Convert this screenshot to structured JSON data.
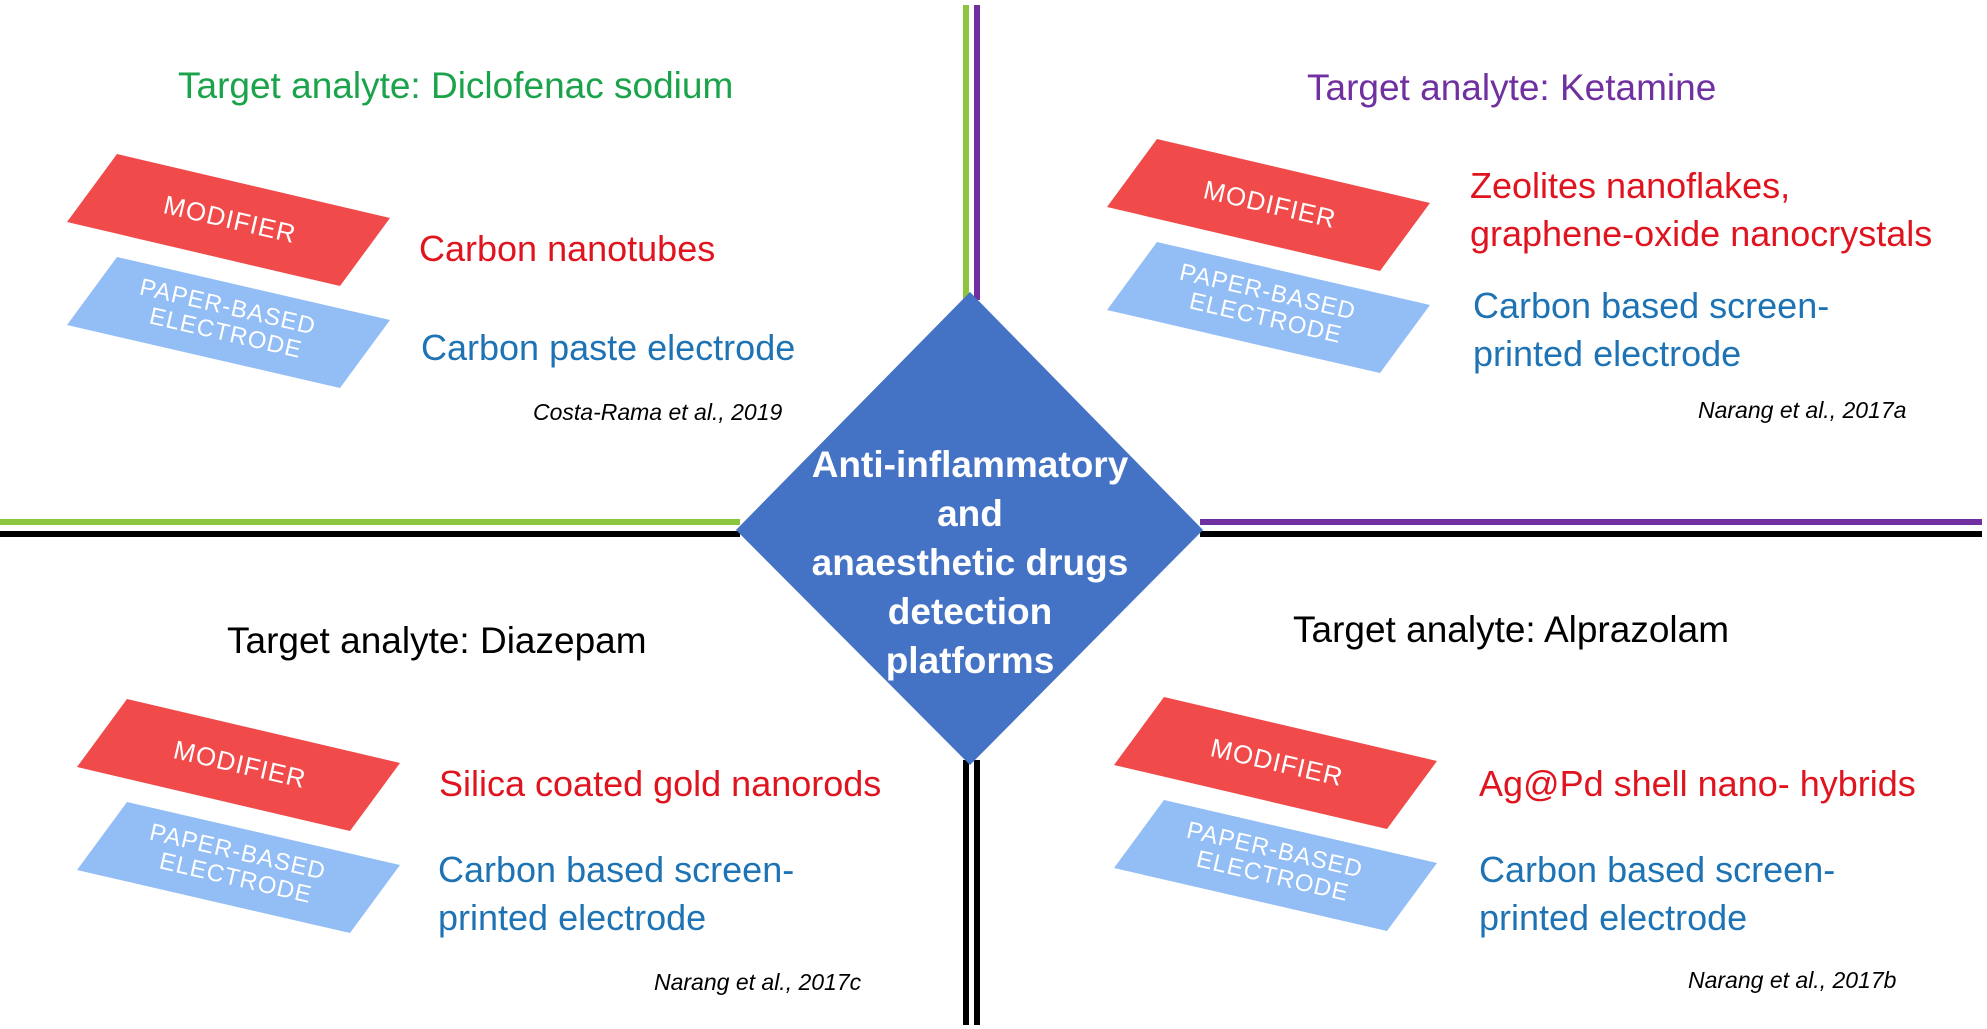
{
  "colors": {
    "green": "#1aa34a",
    "green_line": "#8cc63f",
    "purple": "#7030a0",
    "black": "#000000",
    "modifier_red": "#e0141f",
    "electrode_blue": "#1e73b4",
    "layer_red": "#f04a4a",
    "layer_blue": "#92bdf5",
    "center_blue": "#4472c4"
  },
  "center": {
    "lines": [
      "Anti-inflammatory",
      "and",
      "anaesthetic drugs",
      "detection",
      "platforms"
    ]
  },
  "layer_labels": {
    "modifier": "MODIFIER",
    "electrode_line1": "PAPER-BASED",
    "electrode_line2": "ELECTRODE"
  },
  "quadrants": {
    "top_left": {
      "analyte": "Target analyte: Diclofenac sodium",
      "modifier": [
        "Carbon nanotubes"
      ],
      "electrode": [
        "Carbon paste electrode"
      ],
      "citation": "Costa-Rama et al., 2019"
    },
    "top_right": {
      "analyte": "Target analyte: Ketamine",
      "modifier": [
        "Zeolites nanoflakes,",
        "graphene-oxide nanocrystals"
      ],
      "electrode": [
        "Carbon based screen-",
        "printed electrode"
      ],
      "citation": "Narang et al., 2017a"
    },
    "bottom_left": {
      "analyte": "Target analyte: Diazepam",
      "modifier": [
        "Silica coated gold nanorods"
      ],
      "electrode": [
        "Carbon based screen-",
        "printed electrode"
      ],
      "citation": "Narang et al., 2017c"
    },
    "bottom_right": {
      "analyte": "Target analyte: Alprazolam",
      "modifier": [
        "Ag@Pd shell nano- hybrids"
      ],
      "electrode": [
        "Carbon based screen-",
        "printed electrode"
      ],
      "citation": "Narang et al., 2017b"
    }
  }
}
